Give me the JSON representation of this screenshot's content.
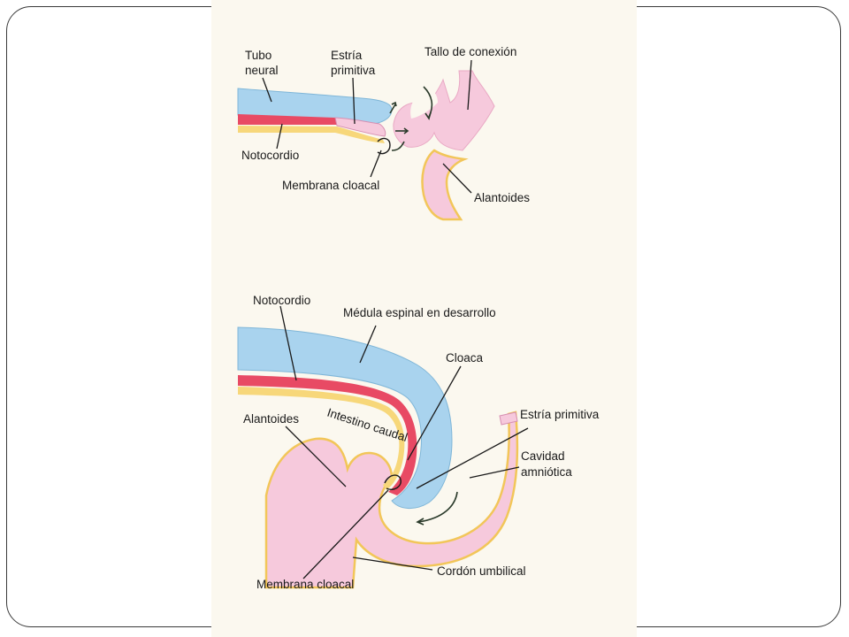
{
  "figure_top": {
    "labels": {
      "tubo_neural_1": "Tubo",
      "tubo_neural_2": "neural",
      "estria_1": "Estría",
      "estria_2": "primitiva",
      "tallo": "Tallo de conexión",
      "notocordio": "Notocordio",
      "membrana": "Membrana cloacal",
      "alantoides": "Alantoides"
    }
  },
  "figure_bottom": {
    "labels": {
      "notocordio": "Notocordio",
      "medula": "Médula espinal en desarrollo",
      "cloaca": "Cloaca",
      "alantoides": "Alantoides",
      "intestino": "Intestino caudal",
      "estria": "Estría primitiva",
      "cavidad_1": "Cavidad",
      "cavidad_2": "amniótica",
      "cordon": "Cordón umbilical",
      "membrana": "Membrana cloacal"
    }
  },
  "colors": {
    "neural_blue": "#a9d3ee",
    "notochord_red": "#e84a64",
    "yolk_yellow": "#f7d77a",
    "tissue_pink": "#f6c9dc",
    "panel_bg": "#fbf8ef"
  }
}
